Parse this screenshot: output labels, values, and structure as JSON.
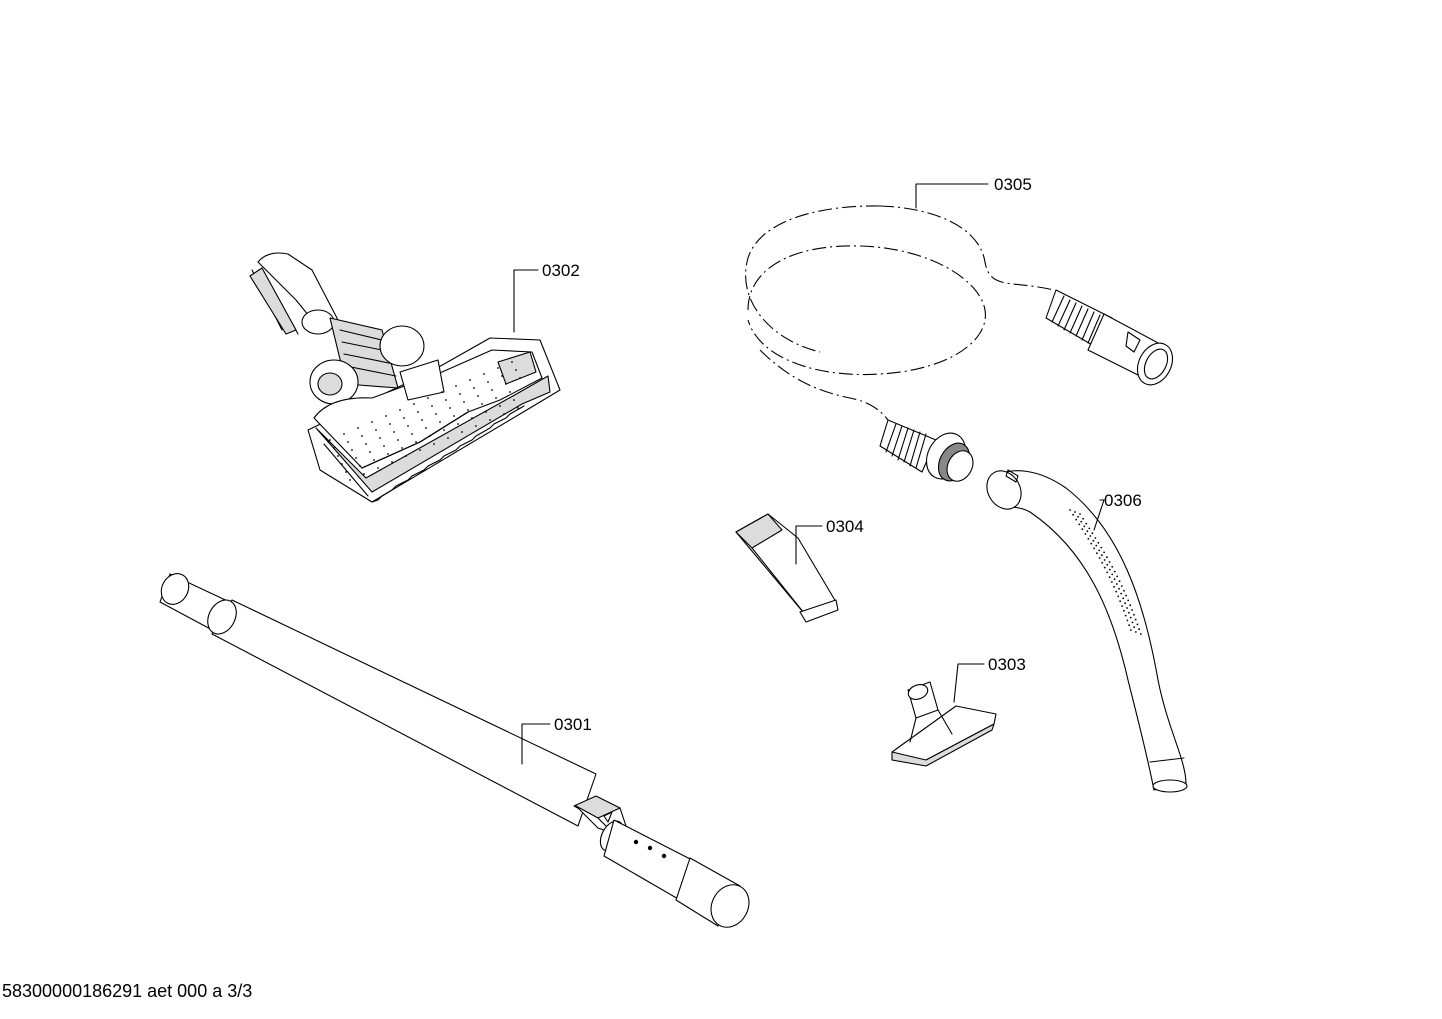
{
  "diagram": {
    "parts": [
      {
        "id": "0301",
        "label": "0301",
        "name": "telescopic-tube"
      },
      {
        "id": "0302",
        "label": "0302",
        "name": "floor-nozzle"
      },
      {
        "id": "0303",
        "label": "0303",
        "name": "upholstery-nozzle"
      },
      {
        "id": "0304",
        "label": "0304",
        "name": "crevice-nozzle"
      },
      {
        "id": "0305",
        "label": "0305",
        "name": "suction-hose"
      },
      {
        "id": "0306",
        "label": "0306",
        "name": "hose-handle"
      }
    ]
  },
  "footer": {
    "doc_id": "58300000186291 aet 000 a 3/3"
  },
  "colors": {
    "line": "#000000",
    "fill_light": "#dcdcdc",
    "fill_dark": "#888888",
    "background": "#ffffff"
  }
}
